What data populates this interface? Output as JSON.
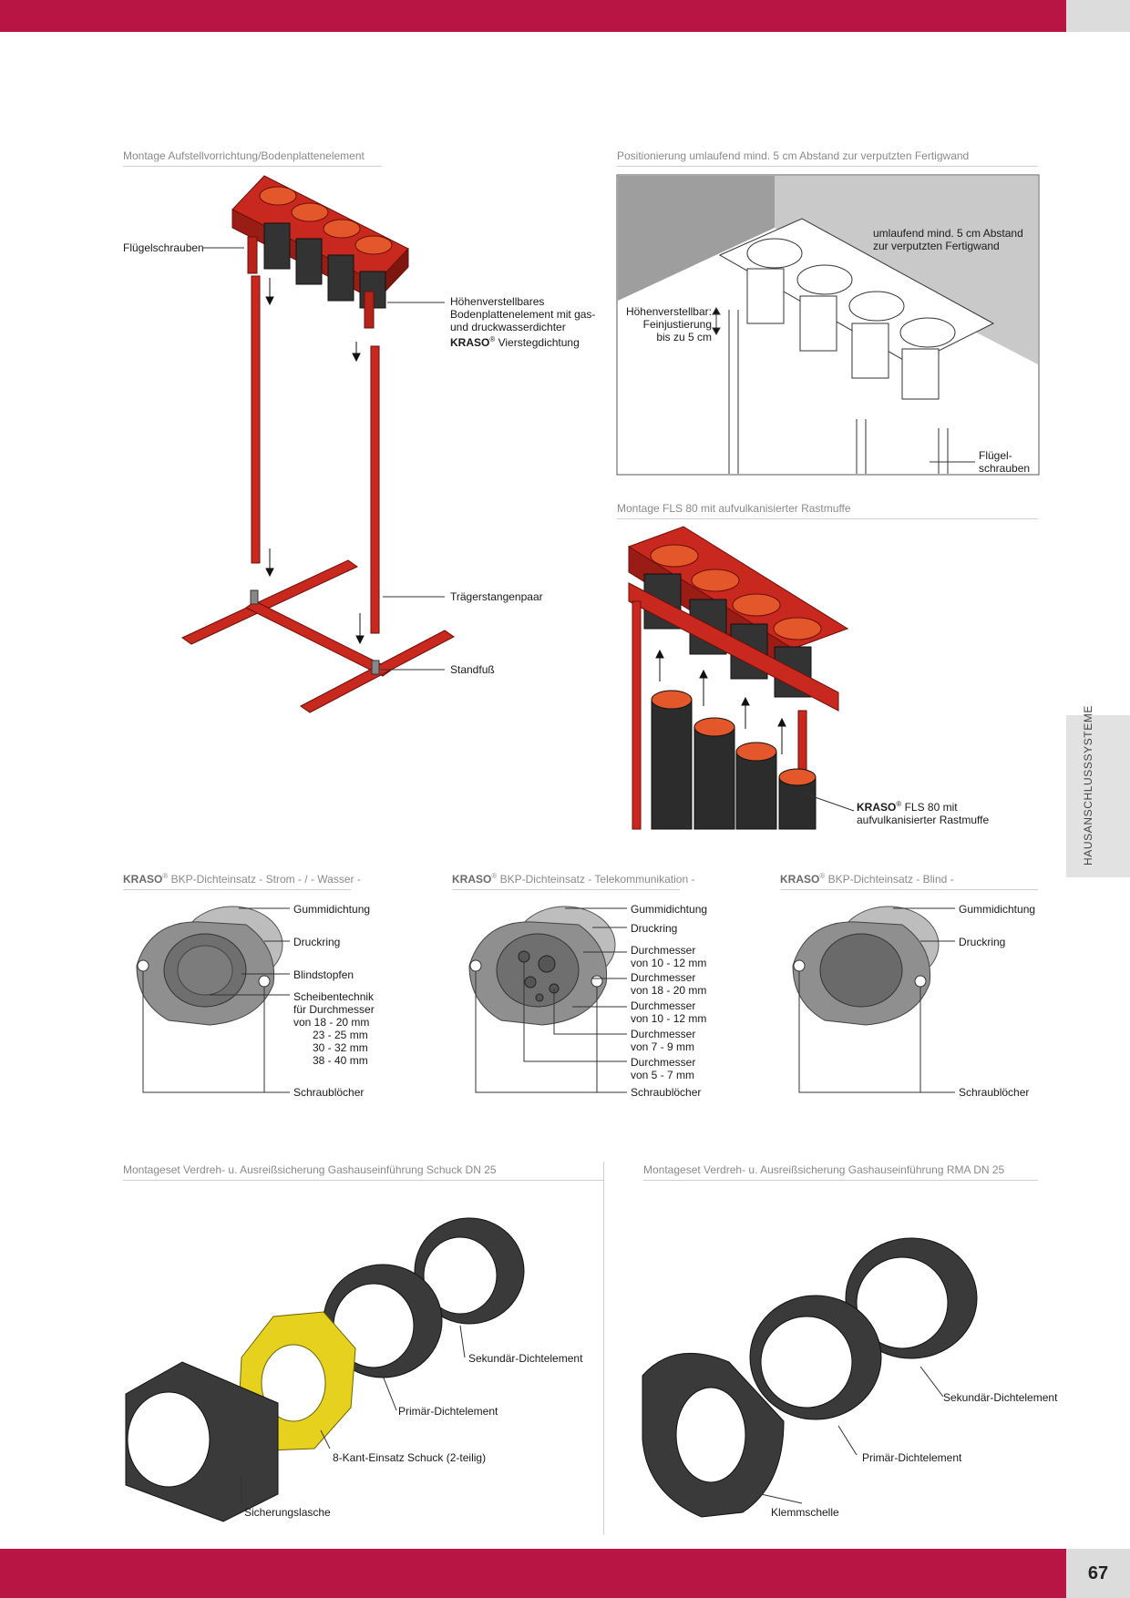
{
  "page": {
    "number": "67",
    "side_tab": "HAUSANSCHLUSSSYSTEME"
  },
  "colors": {
    "brand": "#b81444",
    "rubber": "#3a3a3a",
    "steel_red": "#c8281e",
    "yellow": "#e6d21e"
  },
  "sections": {
    "montage_aufstell": {
      "title": "Montage Aufstellvorrichtung/Bodenplattenelement",
      "labels": {
        "fluegelschrauben": "Flügelschrauben",
        "hoehen_1": "Höhenverstellbares",
        "hoehen_2": "Bodenplattenelement mit gas-",
        "hoehen_3": "und druckwasserdichter",
        "hoehen_brand": "KRASO",
        "hoehen_4": " Vierstegdichtung",
        "traeger": "Trägerstangenpaar",
        "standfuss": "Standfuß"
      }
    },
    "positionierung": {
      "title": "Positionierung umlaufend mind. 5 cm Abstand zur verputzten Fertigwand",
      "labels": {
        "abstand_1": "umlaufend mind. 5 cm Abstand",
        "abstand_2": "zur verputzten Fertigwand",
        "hoehen_1": "Höhenverstellbar:",
        "hoehen_2": "Feinjustierung",
        "hoehen_3": "bis zu 5 cm",
        "fluegel_1": "Flügel-",
        "fluegel_2": "schrauben"
      }
    },
    "montage_fls": {
      "title": "Montage FLS 80 mit aufvulkanisierter Rastmuffe",
      "labels": {
        "brand": "KRASO",
        "l1": " FLS 80 mit",
        "l2": "aufvulkanisierter Rastmuffe"
      }
    },
    "bkp_strom": {
      "title_brand": "KRASO",
      "title_rest": " BKP-Dichteinsatz - Strom - / - Wasser -",
      "labels": {
        "gummi": "Gummidichtung",
        "druckring": "Druckring",
        "blindstopfen": "Blindstopfen",
        "scheibe_1": "Scheibentechnik",
        "scheibe_2": "für Durchmesser",
        "scheibe_3": "von 18 - 20 mm",
        "scheibe_4": "23 - 25 mm",
        "scheibe_5": "30 - 32 mm",
        "scheibe_6": "38 - 40 mm",
        "schraub": "Schraublöcher"
      }
    },
    "bkp_tele": {
      "title_brand": "KRASO",
      "title_rest": " BKP-Dichteinsatz - Telekommunikation -",
      "labels": {
        "gummi": "Gummidichtung",
        "druckring": "Druckring",
        "d1a": "Durchmesser",
        "d1b": "von 10 - 12 mm",
        "d2a": "Durchmesser",
        "d2b": "von 18 - 20 mm",
        "d3a": "Durchmesser",
        "d3b": "von 10 - 12 mm",
        "d4a": "Durchmesser",
        "d4b": "von 7 - 9 mm",
        "d5a": "Durchmesser",
        "d5b": "von 5 - 7 mm",
        "schraub": "Schraublöcher"
      }
    },
    "bkp_blind": {
      "title_brand": "KRASO",
      "title_rest": " BKP-Dichteinsatz - Blind -",
      "labels": {
        "gummi": "Gummidichtung",
        "druckring": "Druckring",
        "schraub": "Schraublöcher"
      }
    },
    "schuck": {
      "title": "Montageset Verdreh- u. Ausreißsicherung Gashauseinführung Schuck DN 25",
      "labels": {
        "sekundaer": "Sekundär-Dichtelement",
        "primaer": "Primär-Dichtelement",
        "achtkant": "8-Kant-Einsatz Schuck (2-teilig)",
        "sicherung": "Sicherungslasche"
      }
    },
    "rma": {
      "title": "Montageset Verdreh- u. Ausreißsicherung Gashauseinführung RMA DN 25",
      "labels": {
        "sekundaer": "Sekundär-Dichtelement",
        "primaer": "Primär-Dichtelement",
        "klemm": "Klemmschelle"
      }
    }
  }
}
